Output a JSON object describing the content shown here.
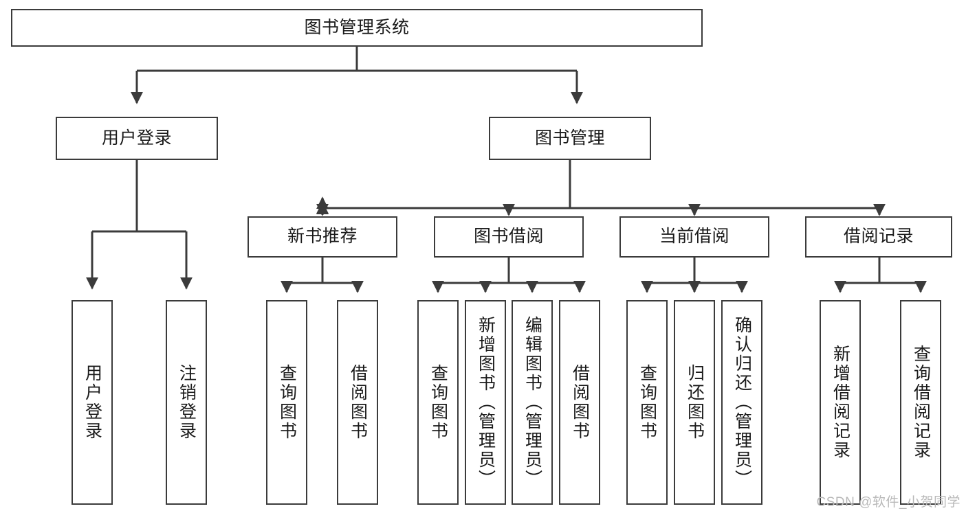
{
  "diagram": {
    "title": "图书管理系统",
    "type": "tree",
    "watermark": "CSDN @软件_小贺同学",
    "stroke_color": "#3b3b3b",
    "fill_color": "#ffffff",
    "text_color": "#1a1a1a",
    "nodes": {
      "root": {
        "label": "图书管理系统",
        "level": 0
      },
      "l1": [
        {
          "label": "用户登录",
          "level": 1
        },
        {
          "label": "图书管理",
          "level": 1
        }
      ],
      "l2": [
        {
          "label": "新书推荐",
          "level": 2
        },
        {
          "label": "图书借阅",
          "level": 2
        },
        {
          "label": "当前借阅",
          "level": 2
        },
        {
          "label": "借阅记录",
          "level": 2
        }
      ],
      "leaves": {
        "user_login": [
          {
            "label": "用户登录"
          },
          {
            "label": "注销登录"
          }
        ],
        "new_books": [
          {
            "label": "查询图书"
          },
          {
            "label": "借阅图书"
          }
        ],
        "book_borrow": [
          {
            "label": "查询图书"
          },
          {
            "label": "新增图书（管理员）"
          },
          {
            "label": "编辑图书（管理员）"
          },
          {
            "label": "借阅图书"
          }
        ],
        "current_borrow": [
          {
            "label": "查询图书"
          },
          {
            "label": "归还图书"
          },
          {
            "label": "确认归还（管理员）"
          }
        ],
        "borrow_records": [
          {
            "label": "新增借阅记录"
          },
          {
            "label": "查询借阅记录"
          }
        ]
      }
    }
  }
}
